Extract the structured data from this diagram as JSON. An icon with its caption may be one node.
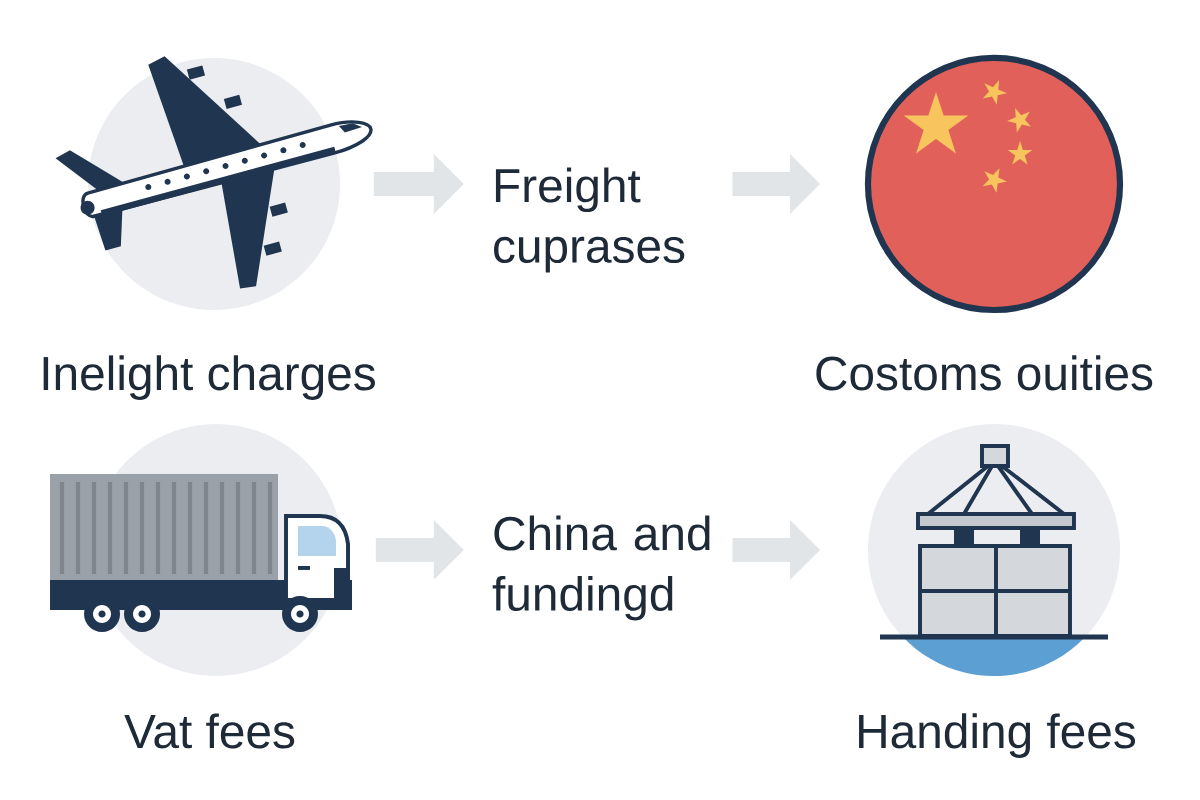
{
  "diagram": {
    "nodes": [
      {
        "text": [],
        "shape": "picture",
        "beside": [
          "Inelight charges"
        ]
      },
      {
        "text": [
          "Freight cuprases"
        ]
      },
      {
        "text": [],
        "shape": "picture",
        "beside": [
          "Costoms ouities"
        ]
      },
      {
        "text": [],
        "shape": "picture",
        "beside": [
          "Vat fees"
        ]
      },
      {
        "text": [
          "China and fundingd"
        ]
      },
      {
        "text": [],
        "shape": "picture",
        "beside": [
          "Handing fees"
        ]
      }
    ],
    "edges": [
      {
        "from": 0,
        "to": 1,
        "arrow": "to"
      },
      {
        "from": 1,
        "to": 2,
        "arrow": "to"
      },
      {
        "from": 3,
        "to": 4,
        "arrow": "to"
      },
      {
        "from": 4,
        "to": 5,
        "arrow": "to"
      }
    ]
  }
}
